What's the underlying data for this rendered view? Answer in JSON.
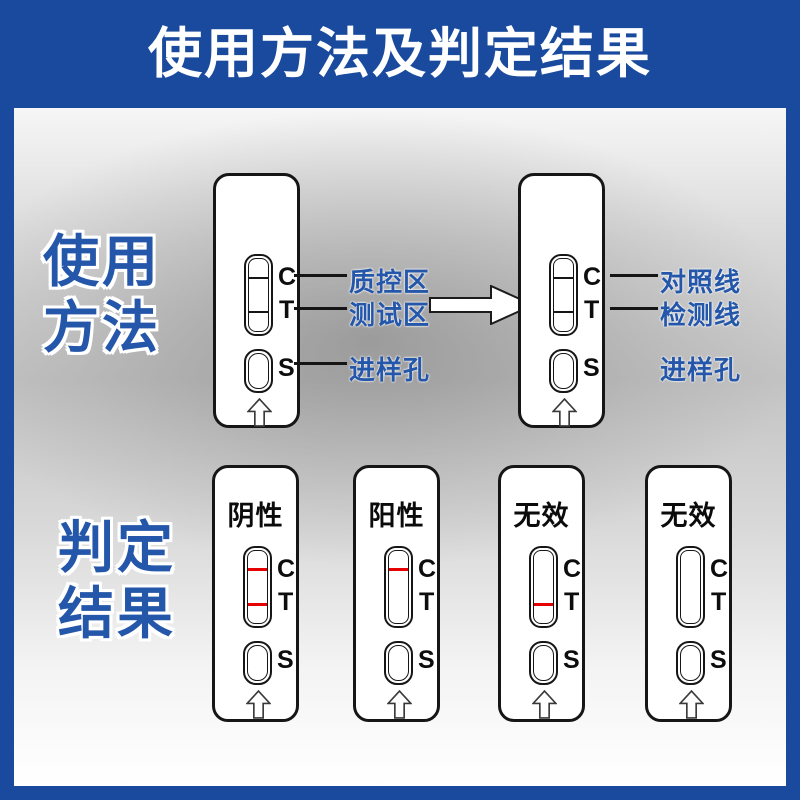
{
  "header": {
    "title": "使用方法及判定结果"
  },
  "letters": {
    "c": "C",
    "t": "T",
    "s": "S"
  },
  "sections": {
    "usage": {
      "side_title_line1": "使用",
      "side_title_line2": "方法",
      "before_labels": {
        "c": "质控区",
        "t": "测试区",
        "s": "进样孔"
      },
      "after_labels": {
        "c": "对照线",
        "t": "检测线",
        "s": "进样孔"
      }
    },
    "results": {
      "side_title_line1": "判定",
      "side_title_line2": "结果",
      "cassettes": [
        {
          "label": "阴性",
          "marks": "ct"
        },
        {
          "label": "阳性",
          "marks": "c"
        },
        {
          "label": "无效",
          "marks": "t"
        },
        {
          "label": "无效",
          "marks": ""
        }
      ]
    }
  },
  "colors": {
    "banner_blue": "#1a4a9e",
    "label_blue": "#2456aa",
    "result_line_red": "#e60000"
  }
}
